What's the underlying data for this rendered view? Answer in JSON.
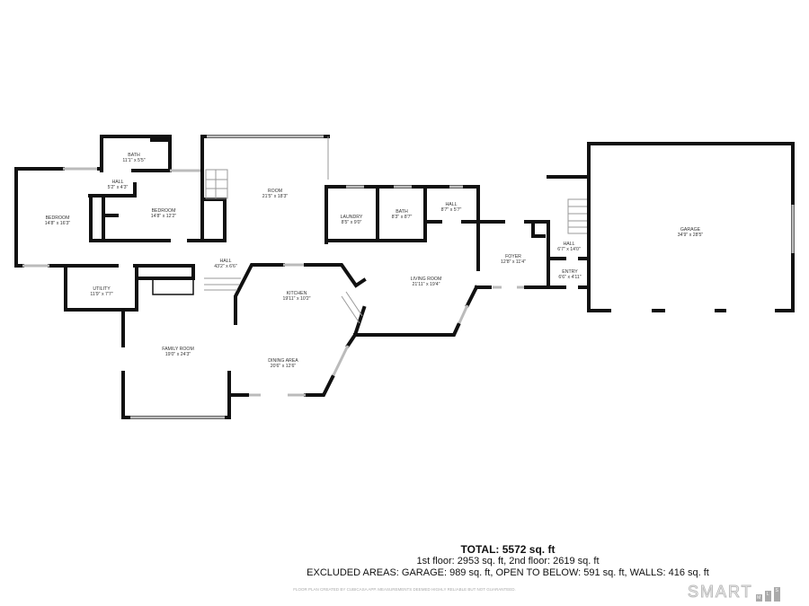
{
  "rooms": [
    {
      "name": "BATH",
      "size": "11'1\" x 5'5\""
    },
    {
      "name": "HALL",
      "size": "5'2\" x 4'3\""
    },
    {
      "name": "BEDROOM",
      "size": "14'8\" x 16'3\""
    },
    {
      "name": "BEDROOM",
      "size": "14'8\" x 12'2\""
    },
    {
      "name": "ROOM",
      "size": "21'5\" x 18'3\""
    },
    {
      "name": "LAUNDRY",
      "size": "8'5\" x 9'0\""
    },
    {
      "name": "BATH",
      "size": "8'3\" x 8'7\""
    },
    {
      "name": "HALL",
      "size": "8'7\" x 5'7\""
    },
    {
      "name": "FOYER",
      "size": "12'8\" x 11'4\""
    },
    {
      "name": "HALL",
      "size": "6'7\" x 14'0\""
    },
    {
      "name": "ENTRY",
      "size": "6'6\" x 4'11\""
    },
    {
      "name": "GARAGE",
      "size": "34'9\" x 28'5\""
    },
    {
      "name": "HALL",
      "size": "43'2\" x 6'6\""
    },
    {
      "name": "UTILITY",
      "size": "11'9\" x 7'7\""
    },
    {
      "name": "KITCHEN",
      "size": "19'11\" x 10'2\""
    },
    {
      "name": "LIVING ROOM",
      "size": "21'11\" x 19'4\""
    },
    {
      "name": "FAMILY ROOM",
      "size": "19'0\" x 24'3\""
    },
    {
      "name": "DINING AREA",
      "size": "20'6\" x 12'6\""
    }
  ],
  "summary": {
    "total": "TOTAL: 5572 sq. ft",
    "floors": "1st floor: 2953 sq. ft, 2nd floor: 2619 sq. ft",
    "excluded": "EXCLUDED AREAS: GARAGE: 989 sq. ft, OPEN TO BELOW: 591 sq. ft, WALLS: 416 sq. ft"
  },
  "disclaimer": "FLOOR PLAN CREATED BY CUBICASA APP. MEASUREMENTS DEEMED HIGHLY RELIABLE BUT NOT GUARANTEED.",
  "logo": {
    "text": "SMART",
    "sub": [
      "M",
      "L",
      "S"
    ]
  }
}
